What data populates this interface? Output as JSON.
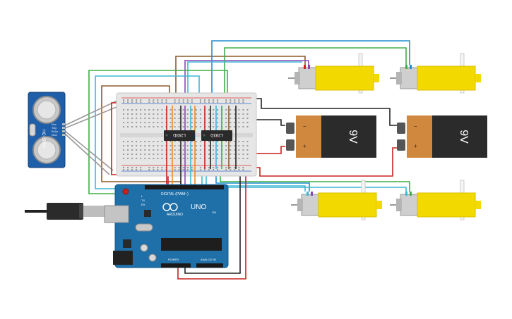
{
  "sensor": {
    "model": "HC-SR04",
    "pins": [
      "Vcc",
      "Trig",
      "Echo",
      "Gnd"
    ]
  },
  "driver_chips": [
    {
      "label": "L293D"
    },
    {
      "label": "L293D"
    }
  ],
  "batteries": [
    {
      "label": "9V",
      "minus": "−",
      "plus": "+"
    },
    {
      "label": "9V",
      "minus": "−",
      "plus": "+"
    }
  ],
  "arduino": {
    "model": "UNO",
    "brand": "ARDUINO",
    "digital_label": "DIGITAL (PWM~)",
    "power_label": "POWER",
    "analog_label": "ANALOG IN",
    "tx": "TX",
    "rx": "RX",
    "l": "L",
    "on": "ON"
  },
  "colors": {
    "board": "#1f6fa8",
    "board_dark": "#155a8c",
    "breadboard": "#e6e6e6",
    "motor": "#f2d900",
    "battery_body": "#2b2b2b",
    "battery_cap": "#d0873e",
    "wire_red": "#c8201e",
    "wire_black": "#222222",
    "wire_green": "#3fae49",
    "wire_blue": "#1f8fd1",
    "wire_cyan": "#3fb7d6",
    "wire_brown": "#8b5a2b",
    "wire_gray": "#999999",
    "wire_orange": "#f08c1e",
    "wire_purple": "#8a48b8"
  }
}
